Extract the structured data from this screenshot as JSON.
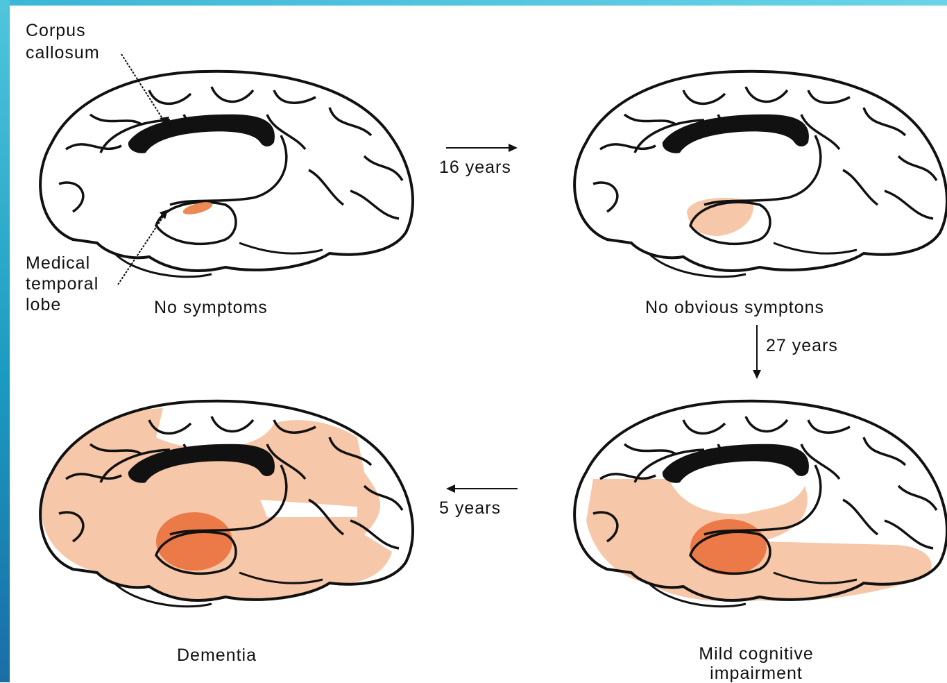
{
  "labels": {
    "corpus_callosum": "Corpus\ncallosum",
    "medial_temporal_lobe": "Medical\ntemporal\nlobe",
    "stage1": "No symptoms",
    "stage2": "No obvious symptons",
    "stage3": "Mild cognitive\nimpairment",
    "stage4": "Dementia"
  },
  "arrows": {
    "a1": "16 years",
    "a2": "27 years",
    "a3": "5 years"
  },
  "colors": {
    "frame": "#1b9bc0",
    "lesion_light": "#f6c7a8",
    "lesion_dark": "#ec7a48",
    "outline": "#111111"
  }
}
